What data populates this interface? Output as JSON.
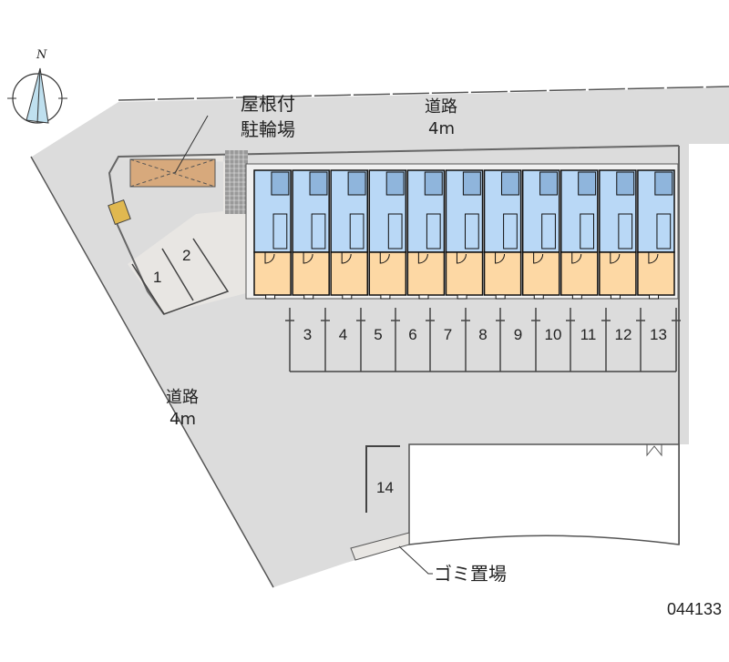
{
  "compass": {
    "label": "N"
  },
  "roads": {
    "top": {
      "name": "道路",
      "width": "4m"
    },
    "left": {
      "name": "道路",
      "width": "4m"
    }
  },
  "bike_parking": {
    "line1": "屋根付",
    "line2": "駐輪場"
  },
  "garbage": {
    "label": "ゴミ置場"
  },
  "parking_spaces": [
    "1",
    "2",
    "3",
    "4",
    "5",
    "6",
    "7",
    "8",
    "9",
    "10",
    "11",
    "12",
    "13",
    "14"
  ],
  "building": {
    "unit_count": 11
  },
  "colors": {
    "ground": "#dcdcdc",
    "room_blue": "#b9d8f6",
    "room_orange": "#fdd8a4",
    "bike_roof": "#d7a97c"
  },
  "property_id": "044133"
}
